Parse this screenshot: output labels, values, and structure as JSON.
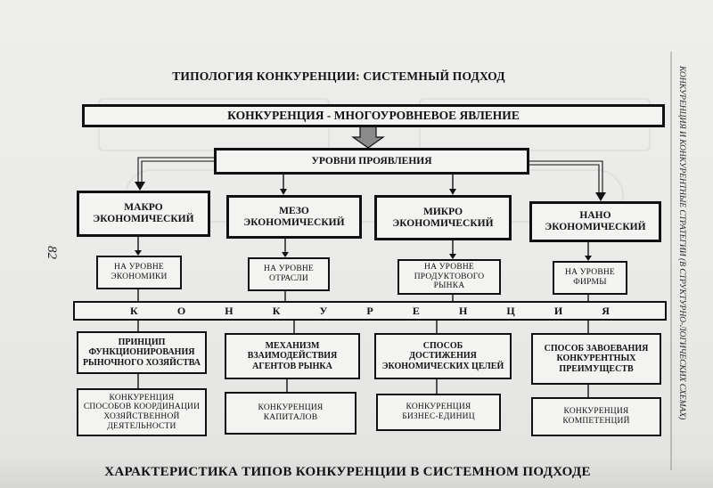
{
  "title": "ТИПОЛОГИЯ КОНКУРЕНЦИИ: СИСТЕМНЫЙ ПОДХОД",
  "main_box": "КОНКУРЕНЦИЯ - МНОГОУРОВНЕВОЕ ЯВЛЕНИЕ",
  "levels_box": "УРОВНИ ПРОЯВЛЕНИЯ",
  "levels": [
    {
      "name": "МАКРО\nЭКОНОМИЧЕСКИЙ",
      "scope": "НА УРОВНЕ\nЭКОНОМИКИ",
      "mechanism": "ПРИНЦИП\nФУНКЦИОНИРОВАНИЯ\nРЫНОЧНОГО ХОЗЯЙСТВА",
      "competition": "КОНКУРЕНЦИЯ\nСПОСОБОВ КООРДИНАЦИИ\nХОЗЯЙСТВЕННОЙ\nДЕЯТЕЛЬНОСТИ"
    },
    {
      "name": "МЕЗО\nЭКОНОМИЧЕСКИЙ",
      "scope": "НА УРОВНЕ\nОТРАСЛИ",
      "mechanism": "МЕХАНИЗМ\nВЗАИМОДЕЙСТВИЯ\nАГЕНТОВ РЫНКА",
      "competition": "КОНКУРЕНЦИЯ\nКАПИТАЛОВ"
    },
    {
      "name": "МИКРО\nЭКОНОМИЧЕСКИЙ",
      "scope": "НА УРОВНЕ\nПРОДУКТОВОГО\nРЫНКА",
      "mechanism": "СПОСОБ\nДОСТИЖЕНИЯ\nЭКОНОМИЧЕСКИХ ЦЕЛЕЙ",
      "competition": "КОНКУРЕНЦИЯ\nБИЗНЕС-ЕДИНИЦ"
    },
    {
      "name": "НАНО\nЭКОНОМИЧЕСКИЙ",
      "scope": "НА УРОВНЕ\nФИРМЫ",
      "mechanism": "СПОСОБ ЗАВОЕВАНИЯ\nКОНКУРЕНТНЫХ\nПРЕИМУЩЕСТВ",
      "competition": "КОНКУРЕНЦИЯ\nКОМПЕТЕНЦИЙ"
    }
  ],
  "competition_bar_letters": [
    "К",
    "О",
    "Н",
    "К",
    "У",
    "Р",
    "Е",
    "Н",
    "Ц",
    "И",
    "Я"
  ],
  "page_number": "82",
  "side_header": "КОНКУРЕНЦИЯ И КОНКУРЕНТНЫЕ СТРАТЕГИИ (В СТРУКТУРНО-ЛОГИЧЕСКИХ СХЕМАХ)",
  "bottom_heading": "ХАРАКТЕРИСТИКА ТИПОВ КОНКУРЕНЦИИ В СИСТЕМНОМ ПОДХОДЕ",
  "colors": {
    "paper": "#eeeeec",
    "ink": "#111111",
    "arrow_fill": "#8a8a8a"
  }
}
